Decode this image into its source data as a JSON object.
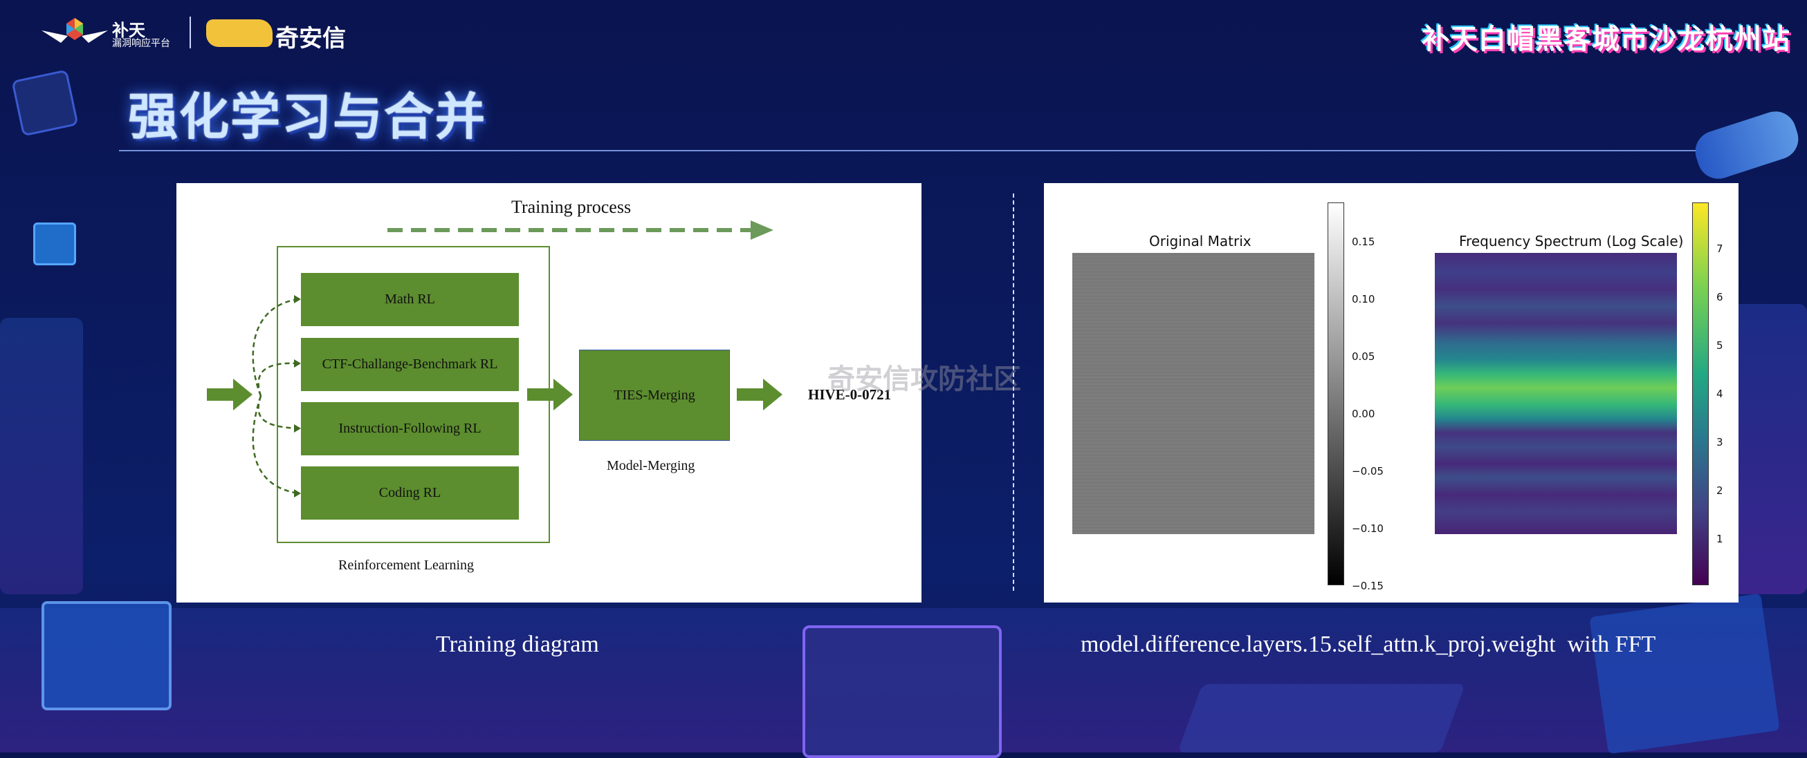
{
  "header": {
    "logo1_name": "补天",
    "logo1_sub": "漏洞响应平台",
    "logo2_name": "奇安信",
    "event_banner": "补天白帽黑客城市沙龙杭州站"
  },
  "slide": {
    "title": "强化学习与合并"
  },
  "left_panel": {
    "caption": "Training diagram",
    "training_process": "Training process",
    "rl_boxes": [
      "Math RL",
      "CTF-Challange-Benchmark RL",
      "Instruction-Following RL",
      "Coding RL"
    ],
    "rl_label": "Reinforcement Learning",
    "merge_box": "TIES-Merging",
    "merge_label": "Model-Merging",
    "output": "HIVE-0-0721",
    "watermark": "奇安信攻防社区"
  },
  "right_panel": {
    "caption": "model.difference.layers.15.self_attn.k_proj.weight  with FFT",
    "matrix_title": "Original Matrix",
    "spectrum_title": "Frequency Spectrum (Log Scale)",
    "matrix_colorbar_ticks": [
      "0.15",
      "0.10",
      "0.05",
      "0.00",
      "−0.05",
      "−0.10",
      "−0.15"
    ],
    "spectrum_colorbar_ticks": [
      "7",
      "6",
      "5",
      "4",
      "3",
      "2",
      "1"
    ]
  },
  "colors": {
    "background": "#0b1a5e",
    "box_green": "#5c8d2e",
    "arrow_green": "#5c8d2e",
    "dashed_arrow": "#6b9a5a",
    "matrix_gray": "#7b7b7b"
  }
}
